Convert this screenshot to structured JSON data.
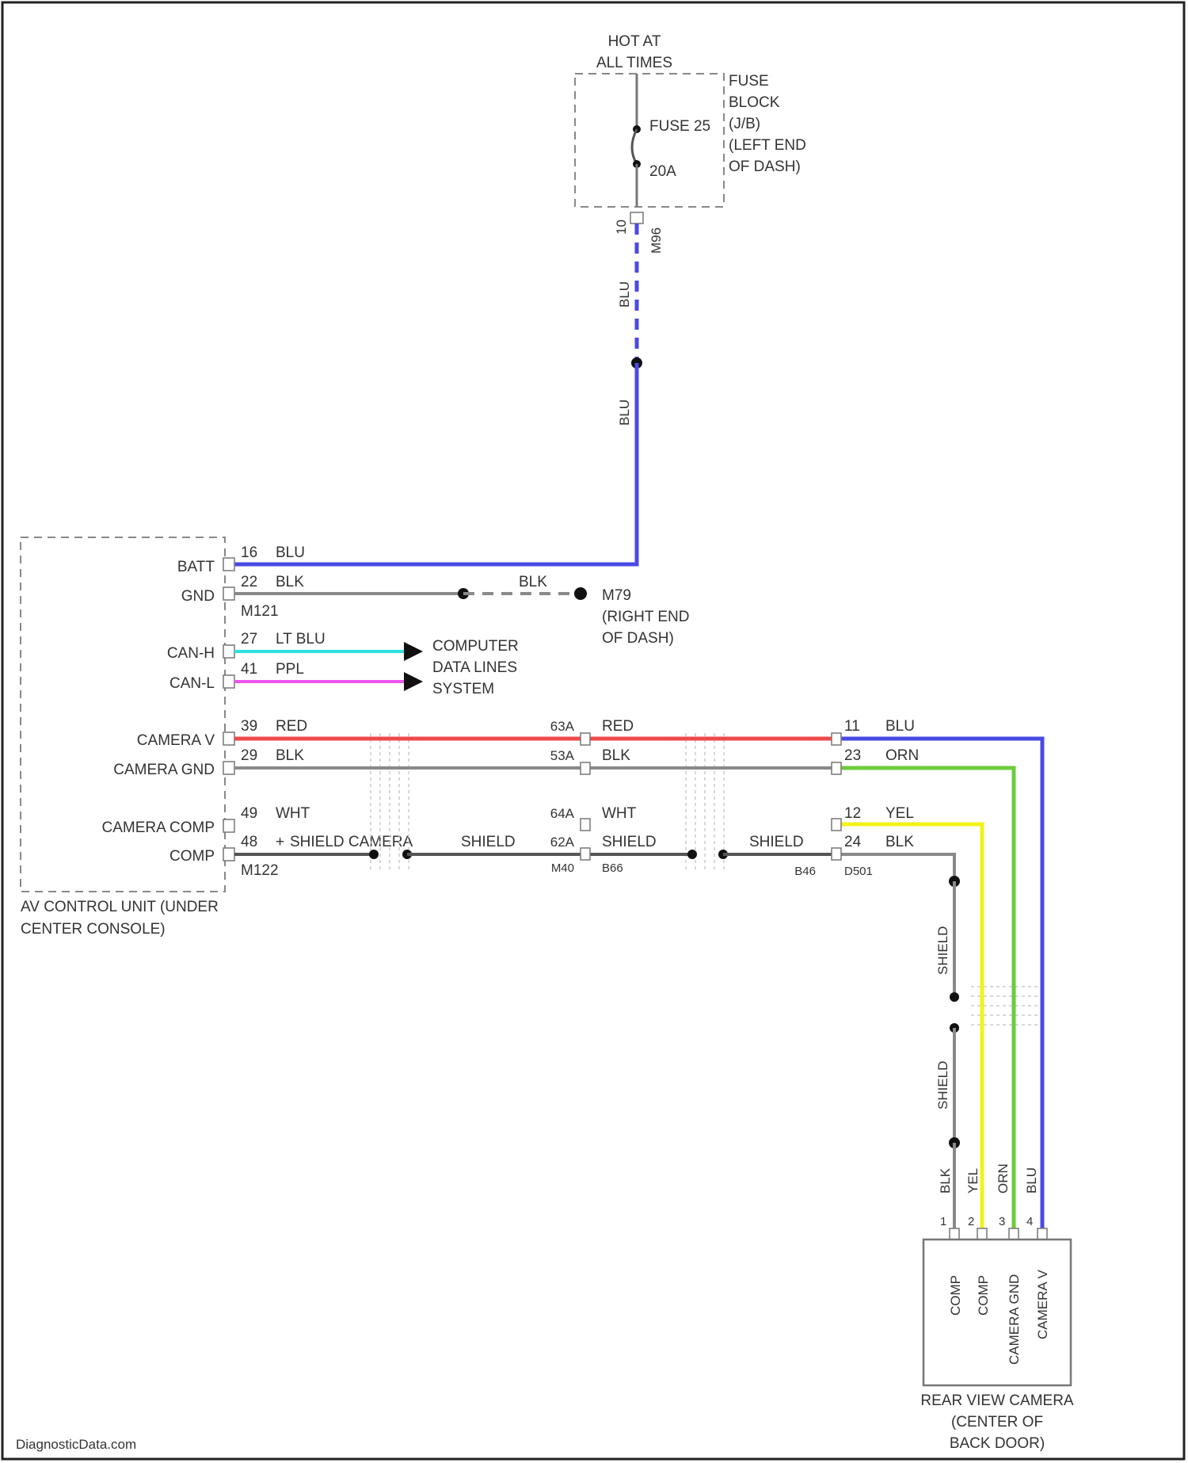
{
  "fuse_block": {
    "power_label": [
      "HOT AT",
      "ALL TIMES"
    ],
    "fuse_name": "FUSE 25",
    "fuse_rating": "20A",
    "name_lines": [
      "FUSE",
      "BLOCK",
      "(J/B)",
      "(LEFT END",
      "OF DASH)"
    ],
    "pin": "10",
    "connector": "M96"
  },
  "supply_wire": {
    "color_upper": "BLU",
    "color_lower": "BLU"
  },
  "av_unit": {
    "name_lines": [
      "AV CONTROL UNIT (UNDER",
      "CENTER CONSOLE)"
    ],
    "connector_upper": "M121",
    "connector_lower": "M122",
    "pins": [
      {
        "function": "BATT",
        "pin": "16",
        "color": "BLU"
      },
      {
        "function": "GND",
        "pin": "22",
        "color": "BLK"
      },
      {
        "function": "CAN-H",
        "pin": "27",
        "color": "LT BLU"
      },
      {
        "function": "CAN-L",
        "pin": "41",
        "color": "PPL"
      },
      {
        "function": "CAMERA V",
        "pin": "39",
        "color": "RED"
      },
      {
        "function": "CAMERA GND",
        "pin": "29",
        "color": "BLK"
      },
      {
        "function": "CAMERA COMP",
        "pin": "49",
        "color": "WHT"
      },
      {
        "function": "COMP",
        "pin": "48",
        "color": "SHIELD CAMERA",
        "color_prefix": "+"
      }
    ]
  },
  "ground": {
    "wire_color": "BLK",
    "name": "M79",
    "location_lines": [
      "(RIGHT END",
      "OF DASH)"
    ]
  },
  "can_destination": [
    "COMPUTER",
    "DATA LINES",
    "SYSTEM"
  ],
  "inline_connector_1": {
    "pins": [
      "63A",
      "53A",
      "64A",
      "62A"
    ],
    "connector_left": "M40",
    "connector_right": "B66",
    "colors_right": [
      "RED",
      "BLK",
      "WHT",
      "SHIELD"
    ]
  },
  "shield_labels": [
    "SHIELD",
    "SHIELD",
    "SHIELD"
  ],
  "inline_connector_2": {
    "connector_left": "B46",
    "connector_right": "D501",
    "pins": [
      "11",
      "23",
      "12",
      "24"
    ],
    "colors": [
      "BLU",
      "ORN",
      "YEL",
      "BLK"
    ]
  },
  "vertical_shield_labels": [
    "SHIELD",
    "SHIELD"
  ],
  "camera_wires": [
    "BLK",
    "YEL",
    "ORN",
    "BLU"
  ],
  "camera_pins": [
    "1",
    "2",
    "3",
    "4"
  ],
  "rear_camera": {
    "pin_functions": [
      "COMP",
      "COMP",
      "CAMERA GND",
      "CAMERA V"
    ],
    "name_lines": [
      "REAR VIEW CAMERA",
      "(CENTER OF",
      "BACK DOOR)"
    ]
  },
  "watermark": "DiagnosticData.com",
  "colors": {
    "blu": "#4a4ae6",
    "blk": "#555555",
    "ltblu": "#2ee0e0",
    "ppl": "#ee55ee",
    "red": "#ee4a4a",
    "orn_wire": "#6ecb3c",
    "yel": "#f2f21a"
  }
}
